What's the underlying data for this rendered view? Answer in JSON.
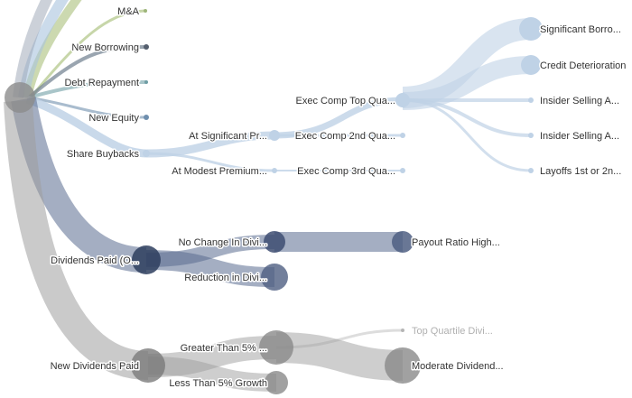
{
  "colors": {
    "gray": "#8c8c8c",
    "slate": "#4f5f82",
    "lightblue": "#bfd2e6",
    "green": "#9db57a",
    "teal": "#6f9ea5"
  },
  "nodes": {
    "ma": "M&A",
    "new_borrowing": "New Borrowing",
    "debt_repayment": "Debt Repayment",
    "new_equity": "New Equity",
    "share_buybacks": "Share Buybacks",
    "at_significant_pr": "At Significant Pr...",
    "at_modest_premium": "At Modest Premium...",
    "exec_comp_top": "Exec Comp Top Qua...",
    "exec_comp_2nd": "Exec Comp 2nd Qua...",
    "exec_comp_3rd": "Exec Comp 3rd Qua...",
    "significant_borro": "Significant Borro...",
    "credit_deterioration": "Credit Deterioration",
    "insider_selling_1": "Insider Selling A...",
    "insider_selling_2": "Insider Selling A...",
    "layoffs": "Layoffs 1st or 2n...",
    "dividends_paid": "Dividends Paid (O...",
    "no_change_in_divi": "No Change In Divi...",
    "reduction_in_divi": "Reduction in Divi...",
    "payout_ratio_high": "Payout Ratio High...",
    "new_dividends_paid": "New Dividends Paid",
    "greater_than_5": "Greater Than 5% ...",
    "less_than_5_growth": "Less Than 5% Growth",
    "top_quartile_divi": "Top Quartile Divi...",
    "moderate_dividend": "Moderate Dividend..."
  }
}
